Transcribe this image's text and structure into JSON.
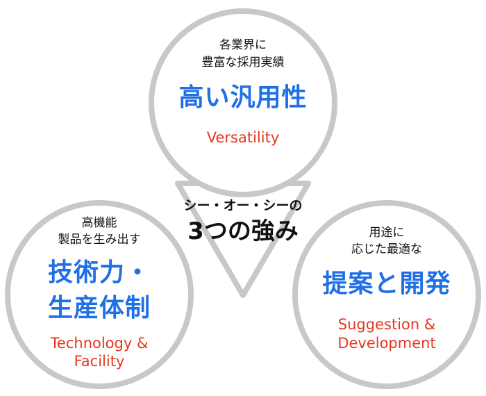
{
  "colors": {
    "blue": "#1f6fe6",
    "red": "#e8351e",
    "ring": "#c8c8c8",
    "connector": "#c8c8c8",
    "text": "#111111"
  },
  "center": {
    "line1": "シー・オー・シーの",
    "line2": "3つの強み"
  },
  "circles": {
    "top": {
      "sub1": "各業界に",
      "sub2": "豊富な採用実績",
      "heading": "高い汎用性",
      "english1": "Versatility"
    },
    "left": {
      "sub1": "高機能",
      "sub2": "製品を生み出す",
      "heading1": "技術力・",
      "heading2": "生産体制",
      "english1": "Technology &",
      "english2": "Facility"
    },
    "right": {
      "sub1": "用途に",
      "sub2": "応じた最適な",
      "heading": "提案と開発",
      "english1": "Suggestion &",
      "english2": "Development"
    }
  }
}
